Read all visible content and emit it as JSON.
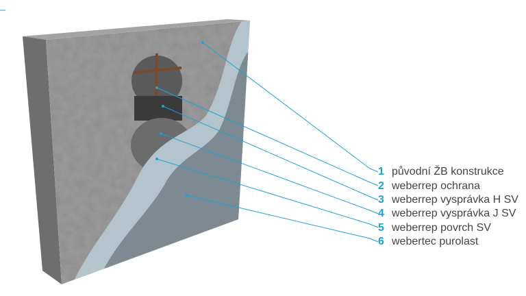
{
  "colors": {
    "accent": "#1aa3d6",
    "concrete": "#8a8a8a",
    "layer5": "#b4c4cc",
    "layer6": "#7d8a92"
  },
  "legend": [
    {
      "number": "1",
      "label": "původní ŽB konstrukce"
    },
    {
      "number": "2",
      "label": "weberrep ochrana"
    },
    {
      "number": "3",
      "label": "weberrep vysprávka H SV"
    },
    {
      "number": "4",
      "label": "weberrep vysprávka J SV"
    },
    {
      "number": "5",
      "label": "weberrep povrch SV"
    },
    {
      "number": "6",
      "label": "webertec purolast"
    }
  ]
}
